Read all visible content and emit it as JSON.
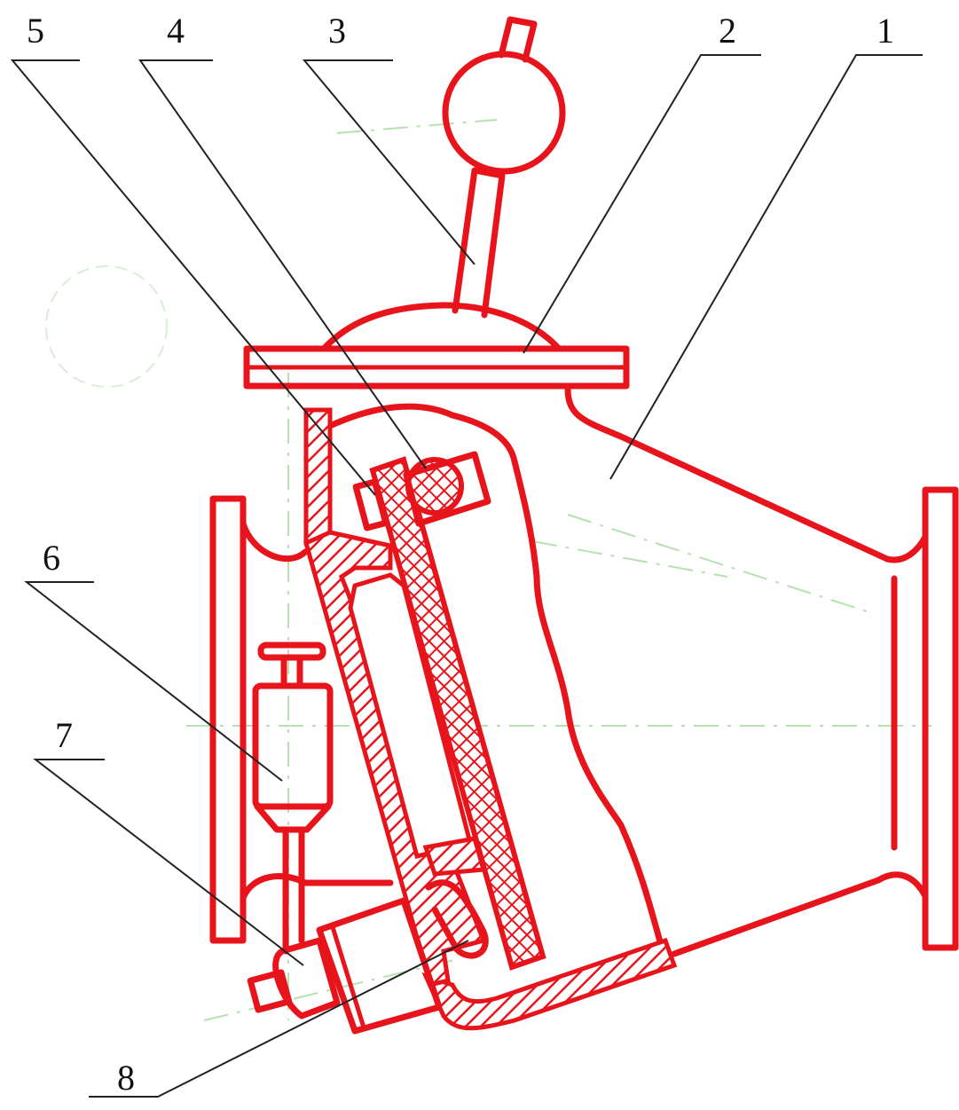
{
  "colors": {
    "drawing": "#e8141c",
    "leader": "#222222",
    "centerline": "#b6e2b0"
  },
  "callouts": [
    {
      "id": "1",
      "text": "1"
    },
    {
      "id": "2",
      "text": "2"
    },
    {
      "id": "3",
      "text": "3"
    },
    {
      "id": "4",
      "text": "4"
    },
    {
      "id": "5",
      "text": "5"
    },
    {
      "id": "6",
      "text": "6"
    },
    {
      "id": "7",
      "text": "7"
    },
    {
      "id": "8",
      "text": "8"
    }
  ]
}
